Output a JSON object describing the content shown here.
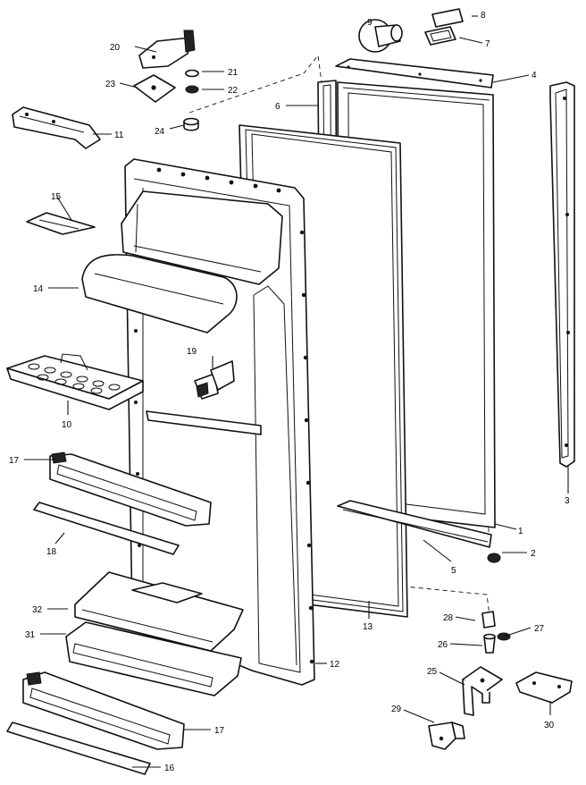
{
  "diagram": {
    "callouts": [
      {
        "id": "1",
        "label": "1"
      },
      {
        "id": "2",
        "label": "2"
      },
      {
        "id": "3",
        "label": "3"
      },
      {
        "id": "4",
        "label": "4"
      },
      {
        "id": "5",
        "label": "5"
      },
      {
        "id": "6",
        "label": "6"
      },
      {
        "id": "7",
        "label": "7"
      },
      {
        "id": "8",
        "label": "8"
      },
      {
        "id": "9",
        "label": "9"
      },
      {
        "id": "10",
        "label": "10"
      },
      {
        "id": "11",
        "label": "11"
      },
      {
        "id": "12",
        "label": "12"
      },
      {
        "id": "13",
        "label": "13"
      },
      {
        "id": "14",
        "label": "14"
      },
      {
        "id": "15",
        "label": "15"
      },
      {
        "id": "16",
        "label": "16"
      },
      {
        "id": "17a",
        "label": "17"
      },
      {
        "id": "17b",
        "label": "17"
      },
      {
        "id": "18",
        "label": "18"
      },
      {
        "id": "19",
        "label": "19"
      },
      {
        "id": "20",
        "label": "20"
      },
      {
        "id": "21",
        "label": "21"
      },
      {
        "id": "22",
        "label": "22"
      },
      {
        "id": "23",
        "label": "23"
      },
      {
        "id": "24",
        "label": "24"
      },
      {
        "id": "25",
        "label": "25"
      },
      {
        "id": "26",
        "label": "26"
      },
      {
        "id": "27",
        "label": "27"
      },
      {
        "id": "28",
        "label": "28"
      },
      {
        "id": "29",
        "label": "29"
      },
      {
        "id": "30",
        "label": "30"
      },
      {
        "id": "31",
        "label": "31"
      },
      {
        "id": "32",
        "label": "32"
      }
    ]
  }
}
